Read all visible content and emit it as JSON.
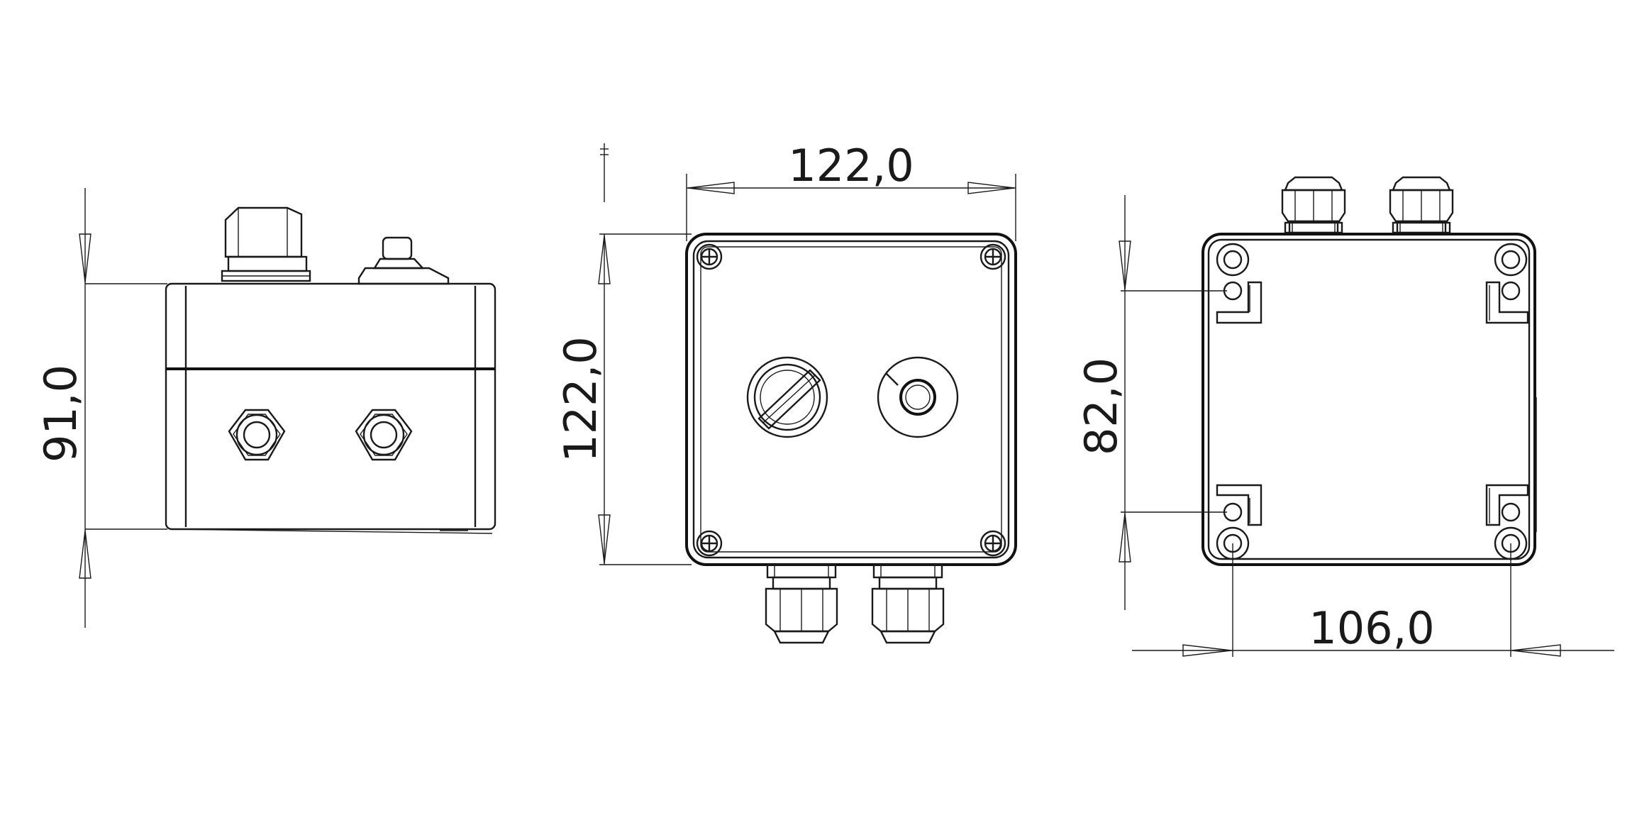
{
  "drawing": {
    "dimensions": {
      "side_height": "91,0",
      "front_width": "122,0",
      "front_height": "122,0",
      "rear_hole_spacing_vertical": "82,0",
      "rear_hole_spacing_horizontal": "106,0"
    },
    "colors": {
      "line": "#1a1a1a",
      "background": "#ffffff"
    }
  }
}
